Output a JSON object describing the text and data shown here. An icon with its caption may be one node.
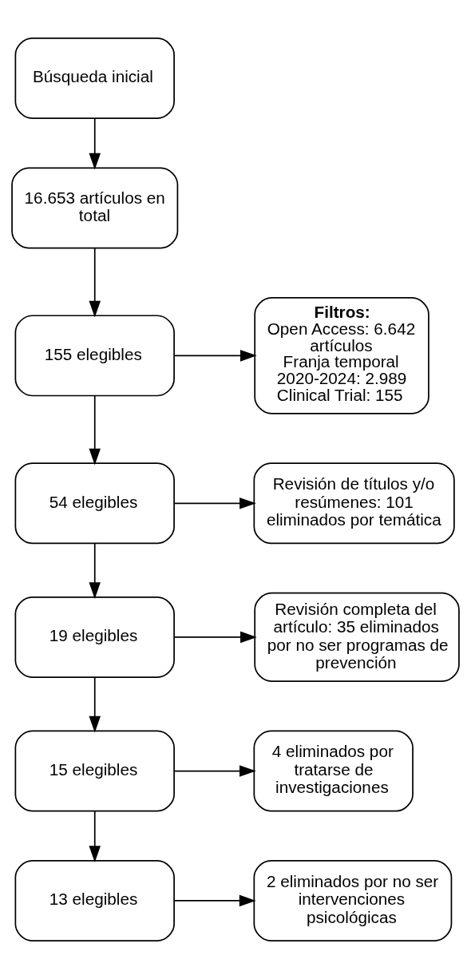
{
  "diagram": {
    "nodes": [
      {
        "text": [
          "Búsqueda inicial"
        ]
      },
      {
        "text": [
          "16.653 artículos en total"
        ]
      },
      {
        "text": [
          "Filtros:",
          "Open Access: 6.642 artículos",
          "Franja temporal 2020-2024: 2.989",
          "Clinical Trial: 155"
        ]
      },
      {
        "text": [
          "155 elegibles"
        ]
      },
      {
        "text": [
          "Revisión de títulos y/o resúmenes: 101 eliminados por temática"
        ]
      },
      {
        "text": [
          "54 elegibles"
        ]
      },
      {
        "text": [
          "Revisión completa del artículo: 35 eliminados por no ser programas de prevención"
        ]
      },
      {
        "text": [
          "19 elegibles"
        ]
      },
      {
        "text": [
          "4 eliminados por tratarse de investigaciones"
        ]
      },
      {
        "text": [
          "15 elegibles"
        ]
      },
      {
        "text": [
          "2 eliminados por no ser intervenciones psicológicas"
        ]
      },
      {
        "text": [
          "13 elegibles"
        ]
      }
    ],
    "edges": [
      {
        "from": 0,
        "to": 1,
        "arrow": "to"
      },
      {
        "from": 1,
        "to": 3,
        "arrow": "to"
      },
      {
        "from": 3,
        "to": 2,
        "arrow": "to"
      },
      {
        "from": 3,
        "to": 5,
        "arrow": "to"
      },
      {
        "from": 5,
        "to": 4,
        "arrow": "to"
      },
      {
        "from": 5,
        "to": 7,
        "arrow": "to"
      },
      {
        "from": 7,
        "to": 6,
        "arrow": "to"
      },
      {
        "from": 7,
        "to": 9,
        "arrow": "to"
      },
      {
        "from": 9,
        "to": 8,
        "arrow": "to"
      },
      {
        "from": 9,
        "to": 11,
        "arrow": "to"
      },
      {
        "from": 11,
        "to": 10,
        "arrow": "to"
      }
    ]
  }
}
